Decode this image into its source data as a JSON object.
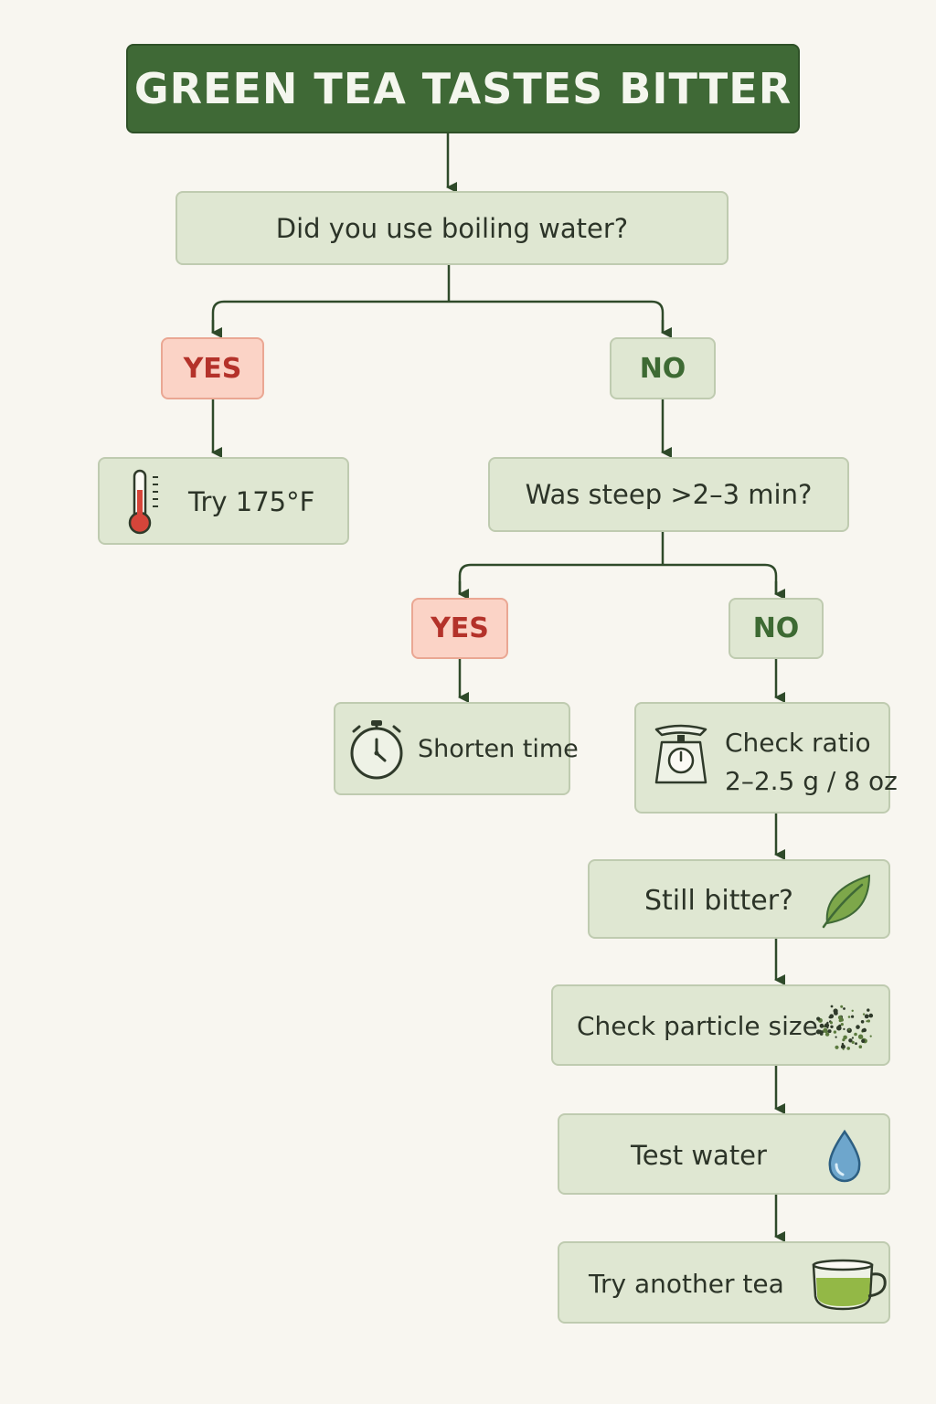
{
  "title": "GREEN TEA TASTES BITTER",
  "nodes": {
    "q_boiling": "Did you use boiling water?",
    "yes_1": "YES",
    "no_1": "NO",
    "try_175": "Try 175°F",
    "q_steep": "Was steep >2–3 min?",
    "yes_2": "YES",
    "no_2": "NO",
    "shorten_time": "Shorten time",
    "check_ratio_line1": "Check ratio",
    "check_ratio_line2": "2–2.5 g / 8 oz",
    "still_bitter": "Still bitter?",
    "particle_size": "Check particle size",
    "test_water": "Test water",
    "another_tea": "Try another tea"
  },
  "icons": {
    "try_175": "thermometer-icon",
    "shorten_time": "stopwatch-icon",
    "check_ratio": "kitchen-scale-icon",
    "still_bitter": "leaf-icon",
    "particle_size": "particles-icon",
    "test_water": "water-drop-icon",
    "another_tea": "tea-cup-icon"
  },
  "colors": {
    "background": "#f8f6f0",
    "title_fill": "#3f6936",
    "box_fill": "#dfe7d2",
    "box_border": "#bfcbb0",
    "yes_fill": "#fbd3c6",
    "yes_text": "#b4322a",
    "no_text": "#3d6a33",
    "arrow": "#2f4a2a"
  }
}
